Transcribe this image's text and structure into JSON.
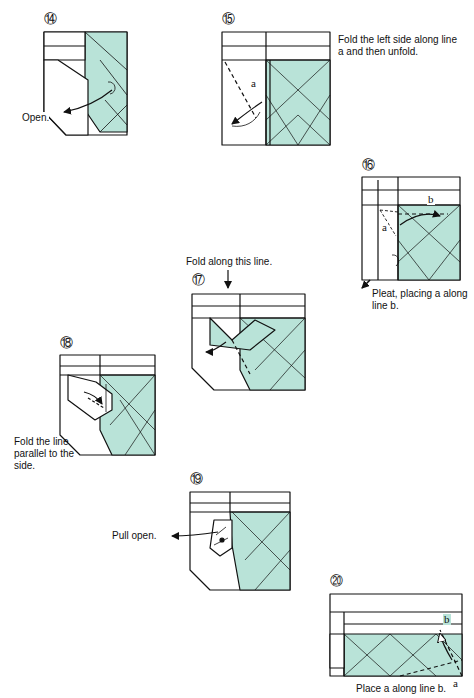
{
  "diagram": {
    "labels": [
      "⑭",
      "Open.",
      "⑮",
      "Fold the left side along line a and then unfold.",
      "a",
      "⑯",
      "b",
      "a",
      "Pleat, placing a along line b.",
      "Fold along this line.",
      "⑰",
      "⑱",
      "Fold the line parallel to the side.",
      "⑲",
      "Pull open.",
      "⑳",
      "b",
      "a",
      "Place a along line b."
    ]
  }
}
